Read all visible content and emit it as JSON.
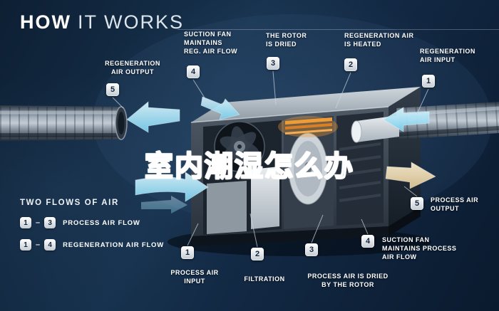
{
  "title": {
    "primary": "HOW",
    "secondary": "IT WORKS"
  },
  "watermark_text": "室内潮湿怎么办",
  "callouts_top": [
    {
      "num": "5",
      "label": "REGENERATION\nAIR OUTPUT"
    },
    {
      "num": "4",
      "label": "SUCTION FAN\nMAINTAINS\nREG. AIR FLOW"
    },
    {
      "num": "3",
      "label": "THE ROTOR\nIS DRIED"
    },
    {
      "num": "2",
      "label": "REGENERATION AIR\nIS HEATED"
    },
    {
      "num": "1",
      "label": "REGENERATION\nAIR INPUT"
    }
  ],
  "callouts_bottom": [
    {
      "num": "1",
      "label": "PROCESS AIR\nINPUT"
    },
    {
      "num": "2",
      "label": "FILTRATION"
    },
    {
      "num": "3",
      "label": "PROCESS AIR IS DRIED\nBY THE ROTOR"
    },
    {
      "num": "4",
      "label": "SUCTION FAN\nMAINTAINS PROCESS\nAIR FLOW"
    },
    {
      "num": "5",
      "label": "PROCESS AIR\nOUTPUT"
    }
  ],
  "legend": {
    "heading": "TWO FLOWS OF AIR",
    "separator": "–",
    "rows": [
      {
        "from": "1",
        "to": "3",
        "label": "PROCESS AIR FLOW"
      },
      {
        "from": "1",
        "to": "4",
        "label": "REGENERATION AIR FLOW"
      }
    ]
  },
  "colors": {
    "background_navy": "#12283f",
    "accent_cyan": "#a6e0f2",
    "heater_orange": "#ee9c38",
    "process_out_cream": "#ead9b4",
    "badge_fill": "#e8edf1",
    "watermark_blue": "#4479bd"
  }
}
